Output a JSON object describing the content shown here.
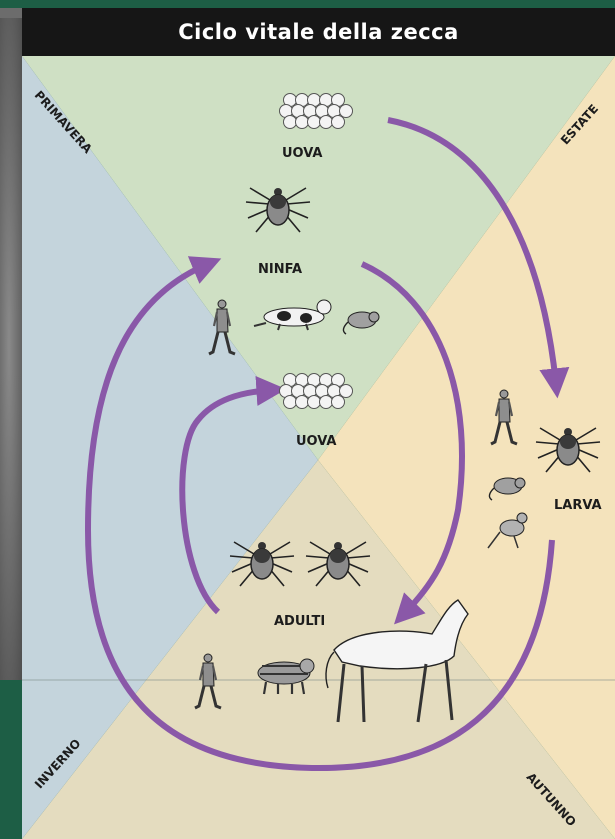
{
  "title": "Ciclo vitale della zecca",
  "seasons": {
    "spring": "PRIMAVERA",
    "summer": "ESTATE",
    "autumn": "AUTUNNO",
    "winter": "INVERNO"
  },
  "stages": {
    "eggs_top": "UOVA",
    "nymph": "NINFA",
    "eggs_center": "UOVA",
    "larva": "LARVA",
    "adults": "ADULTI"
  },
  "colors": {
    "spring_bg": "#cfe0c4",
    "summer_bg": "#f4e3bc",
    "autumn_bg": "#e4dcbf",
    "winter_bg": "#c4d4dc",
    "arrow": "#8a58a8",
    "title_bar": "#161616",
    "frame_green": "#1d5e45"
  },
  "icons": {
    "eggs": "egg-cluster-icon",
    "tick": "tick-icon",
    "human": "walking-person-icon",
    "dog": "dog-icon",
    "rodent": "mouse-icon",
    "bird": "bird-icon",
    "raccoon": "raccoon-icon",
    "horse": "horse-icon"
  }
}
